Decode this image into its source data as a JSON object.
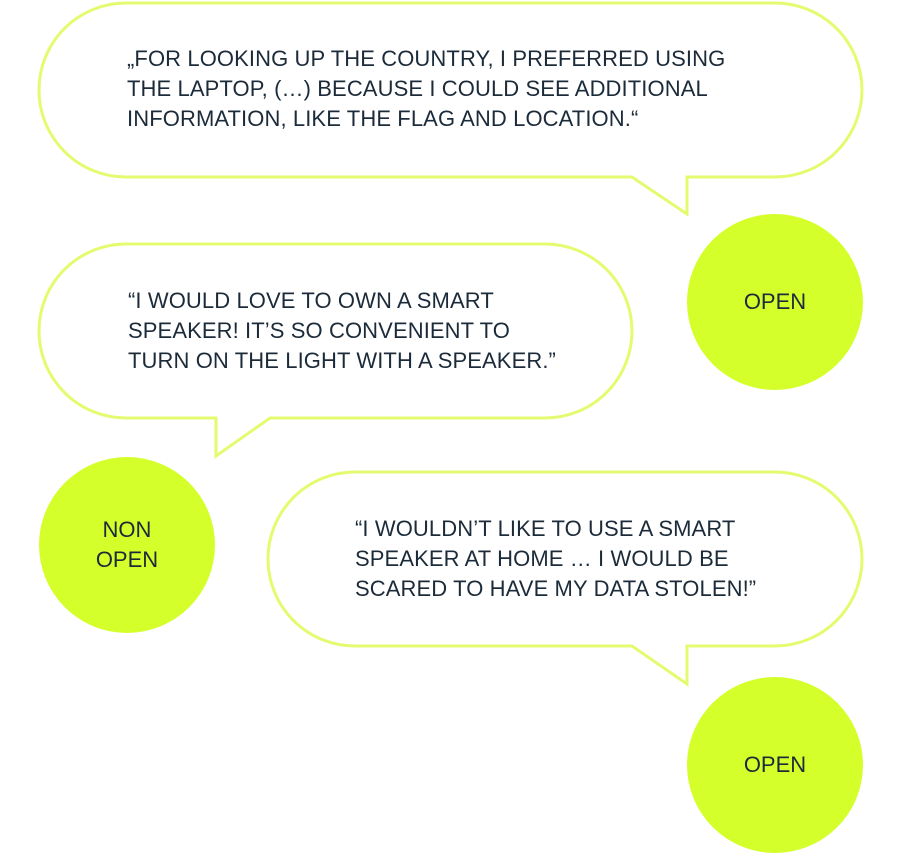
{
  "colors": {
    "accent": "#d4ff2a",
    "bubble_outline": "#e4fb6f",
    "text": "#1c2b3a",
    "background": "#ffffff"
  },
  "quotes": [
    {
      "lines": [
        "„FOR LOOKING UP THE COUNTRY, I PREFERRED USING",
        "THE LAPTOP, (…) BECAUSE I COULD SEE ADDITIONAL",
        "INFORMATION, LIKE THE FLAG AND LOCATION.“"
      ],
      "badge_lines": [
        "OPEN"
      ]
    },
    {
      "lines": [
        "“I WOULD LOVE TO OWN A SMART",
        "SPEAKER! IT’S SO CONVENIENT TO",
        "TURN ON THE LIGHT WITH A SPEAKER.”"
      ],
      "badge_lines": [
        "NON",
        "OPEN"
      ]
    },
    {
      "lines": [
        "“I WOULDN’T LIKE TO USE A SMART",
        "SPEAKER AT HOME … I WOULD BE",
        "SCARED TO HAVE MY DATA STOLEN!”"
      ],
      "badge_lines": [
        "OPEN"
      ]
    }
  ]
}
